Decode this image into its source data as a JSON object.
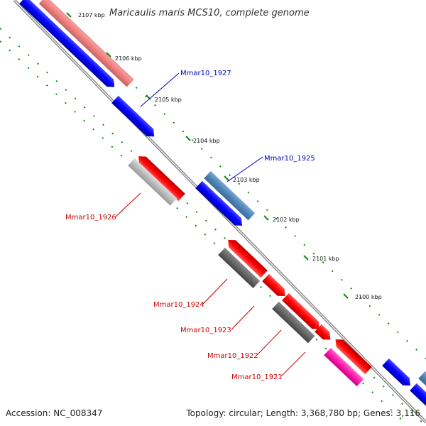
{
  "title": "Maricaulis maris MCS10, complete genome",
  "footer": {
    "accession": "Accession: NC_008347",
    "topology": "Topology: circular; Length: 3,368,780 bp; Genes: 3,116"
  },
  "ticks": [
    "2107 kbp",
    "2106 kbp",
    "2105 kbp",
    "2104 kbp",
    "2103 kbp",
    "2102 kbp",
    "2101 kbp",
    "2100 kbp"
  ],
  "gene_labels": {
    "mmar10_1927": "Mmar10_1927",
    "mmar10_1925": "Mmar10_1925",
    "mmar10_1926": "Mmar10_1926",
    "mmar10_1924": "Mmar10_1924",
    "mmar10_1923": "Mmar10_1923",
    "mmar10_1922": "Mmar10_1922",
    "mmar10_1921": "Mmar10_1921"
  },
  "colors": {
    "forward_label": "#0000bb",
    "reverse_label": "#cc0000",
    "backbone": "#777777",
    "tick": "#118811"
  }
}
